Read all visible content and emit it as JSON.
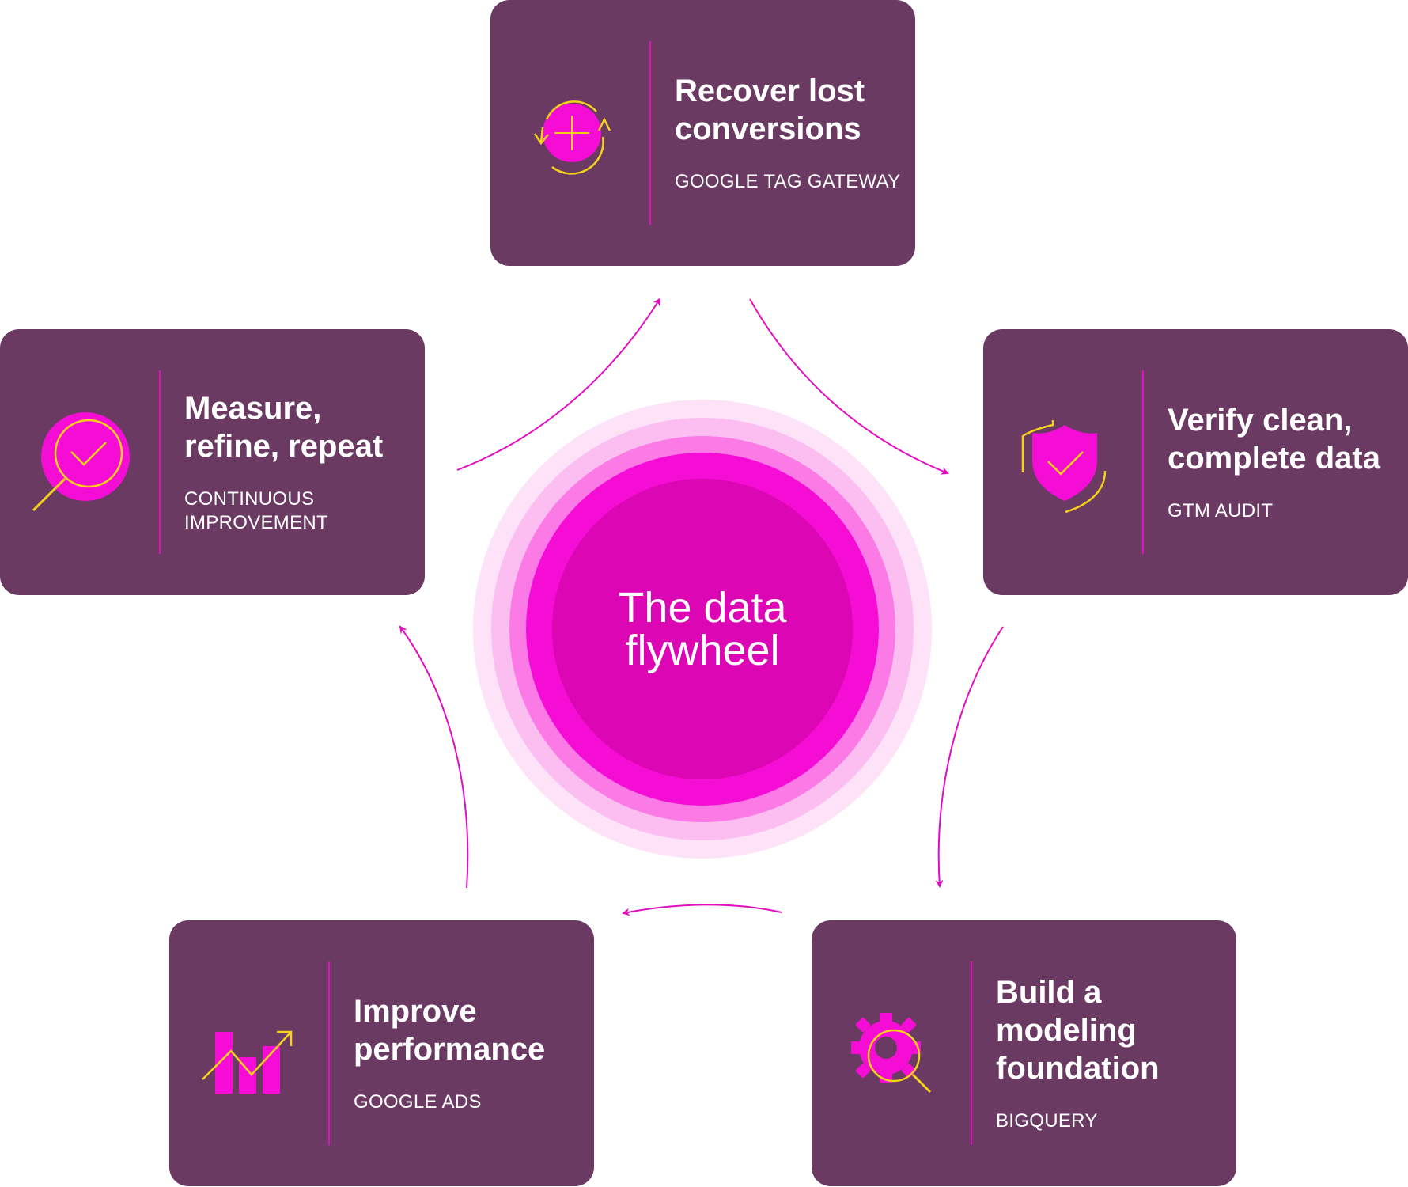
{
  "colors": {
    "card_background": "#6b3a63",
    "accent_magenta": "#e20ec1",
    "accent_yellow": "#f5d21a",
    "hub_core": "#dd06b4",
    "background": "#ffffff"
  },
  "hub": {
    "title": "The data flywheel"
  },
  "steps": [
    {
      "title": "Recover lost conversions",
      "subtitle": "GOOGLE TAG GATEWAY",
      "icon": "refresh-plus-icon"
    },
    {
      "title": "Verify clean, complete data",
      "subtitle": "GTM AUDIT",
      "icon": "shield-check-icon"
    },
    {
      "title": "Build a modeling foundation",
      "subtitle": "BIGQUERY",
      "icon": "gear-search-icon"
    },
    {
      "title": "Improve performance",
      "subtitle": "GOOGLE ADS",
      "icon": "bar-chart-trend-icon"
    },
    {
      "title": "Measure, refine, repeat",
      "subtitle": "CONTINUOUS IMPROVEMENT",
      "icon": "magnifier-check-icon"
    }
  ]
}
